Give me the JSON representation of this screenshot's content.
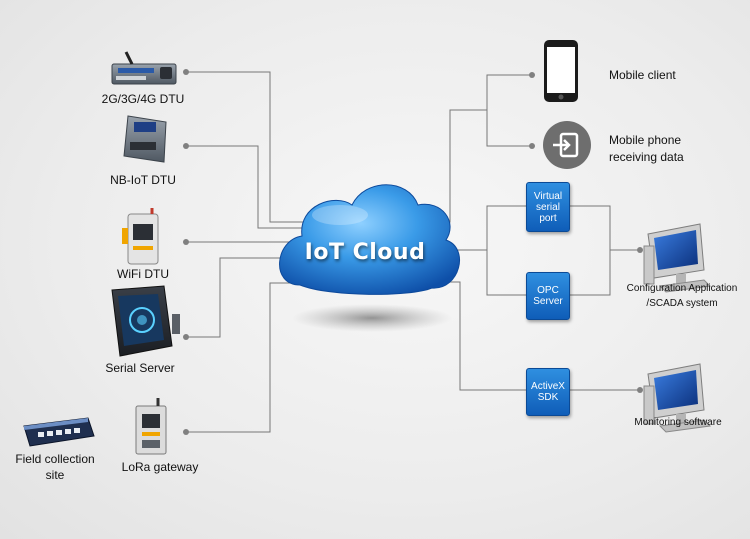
{
  "cloud": {
    "title": "IoT Cloud"
  },
  "devices": [
    {
      "label": "2G/3G/4G DTU"
    },
    {
      "label": "NB-IoT DTU"
    },
    {
      "label": "WiFi DTU"
    },
    {
      "label": "Serial Server"
    },
    {
      "label": "LoRa gateway"
    },
    {
      "label": "Field collection\nsite"
    }
  ],
  "clients": {
    "mobile_client": "Mobile client",
    "mobile_receiving_line1": "Mobile phone",
    "mobile_receiving_line2": "receiving data",
    "virtual_serial_line1": "Virtual",
    "virtual_serial_line2": "serial",
    "virtual_serial_line3": "port",
    "opc_line1": "OPC",
    "opc_line2": "Server",
    "activex_line1": "ActiveX",
    "activex_line2": "SDK",
    "config_app_line1": "Configuration Application",
    "config_app_line2": "/SCADA system",
    "monitoring": "Monitoring software"
  },
  "colors": {
    "accent": "#1a74d1",
    "line": "#777777",
    "dot": "#808080"
  },
  "icons": [
    "router-icon",
    "modem-icon",
    "wifi-modem-icon",
    "serial-server-icon",
    "lora-gateway-icon",
    "network-switch-icon",
    "smartphone-icon",
    "login-app-icon",
    "computer-monitor-icon"
  ]
}
